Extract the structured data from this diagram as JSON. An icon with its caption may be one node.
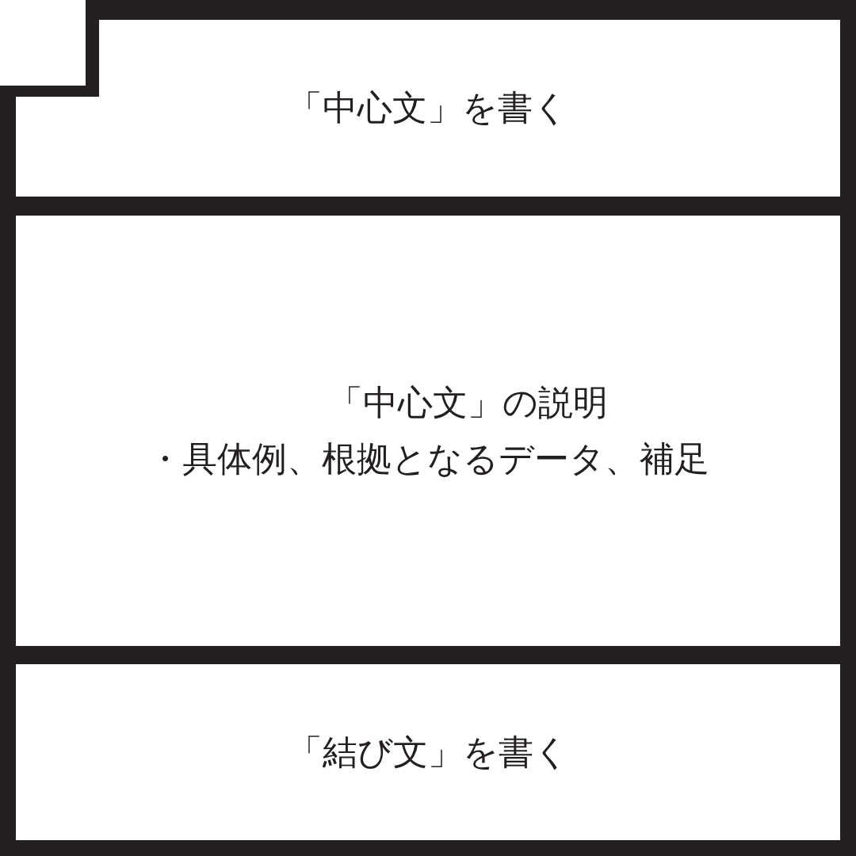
{
  "diagram": {
    "nodes": [
      {
        "text": [
          "「中心文」を書く"
        ]
      },
      {
        "text": [
          "「中心文」の説明",
          "・具体例、根拠となるデータ、補足"
        ]
      },
      {
        "text": [
          "「結び文」を書く"
        ]
      }
    ]
  }
}
